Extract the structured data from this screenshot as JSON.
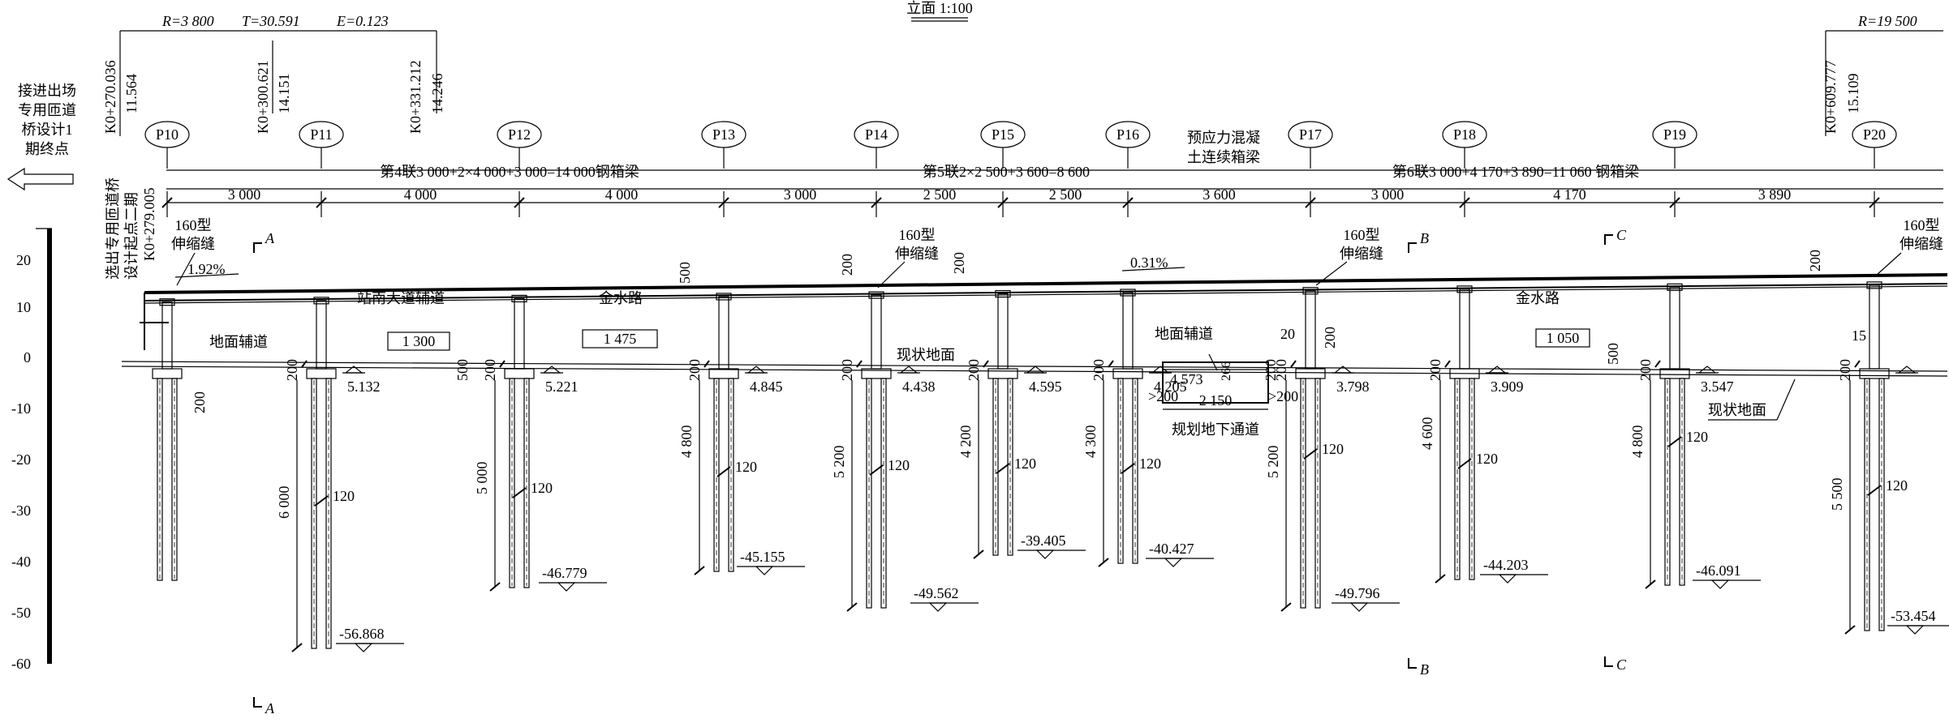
{
  "title": "立面 1:100",
  "curve_left": {
    "R": "R=3 800",
    "T": "T=30.591",
    "E": "E=0.123"
  },
  "curve_right": {
    "R": "R=19 500"
  },
  "left_note": {
    "line1": "接进出场",
    "line2": "专用匝道",
    "line3": "桥设计1",
    "line4": "期终点"
  },
  "start_note": {
    "line1": "选出专用匝道桥",
    "line2": "设计起点二期",
    "station": "K0+279.005"
  },
  "stations": [
    {
      "station": "K0+270.036",
      "elev": "11.564"
    },
    {
      "station": "K0+300.621",
      "elev": "14.151"
    },
    {
      "station": "K0+331.212",
      "elev": "14.246"
    },
    {
      "station": "K0+609.777",
      "elev": "15.109"
    }
  ],
  "piers": [
    "P10",
    "P11",
    "P12",
    "P13",
    "P14",
    "P15",
    "P16",
    "P17",
    "P18",
    "P19",
    "P20"
  ],
  "spans": [
    "3 000",
    "4 000",
    "4 000",
    "3 000",
    "2 500",
    "2 500",
    "3 600",
    "3 000",
    "4 170",
    "3 890"
  ],
  "units": {
    "u4": "第4联3 000+2×4 000+3 000=14 000钢箱梁",
    "u5": "第5联2×2 500+3 600=8 600",
    "u5b1": "预应力混凝",
    "u5b2": "土连续箱梁",
    "u6": "第6联3 000+4 170+3 890=11 060  钢箱梁"
  },
  "expansion_joint": {
    "line1": "160型",
    "line2": "伸缩缝"
  },
  "slopes": {
    "left": "1.92%",
    "mid": "0.31%"
  },
  "roads": {
    "r1": "站南大道辅道",
    "r2": "金水路",
    "r3": "地面辅道",
    "r4": "地面辅道",
    "r5": "金水路",
    "ground1": "现状地面",
    "ground2": "现状地面"
  },
  "clearances": [
    "1 300",
    "1 475",
    "1 050"
  ],
  "underpass": {
    "label": "规划地下通道",
    "width": "2 150",
    "elev": "4.573",
    "dim_left": ">200",
    "dim_right": ">200",
    "dim_h": "266"
  },
  "ground_elevs": [
    "5.132",
    "5.221",
    "4.845",
    "4.438",
    "4.595",
    "4.205",
    "3.798",
    "3.909",
    "3.547"
  ],
  "pile_lengths": [
    "6 000",
    "5 000",
    "4 800",
    "5 200",
    "4 200",
    "4 300",
    "5 200",
    "4 600",
    "4 800",
    "5 500"
  ],
  "tip_elevs": [
    "-56.868",
    "-46.779",
    "-45.155",
    "-49.562",
    "-39.405",
    "-40.427",
    "-49.796",
    "-44.203",
    "-46.091",
    "-53.454"
  ],
  "pile_dia": "120",
  "cap_h": "200",
  "small_dims": {
    "d500": "500",
    "d20": "20",
    "d15": "15"
  },
  "scale_ticks": [
    "20",
    "10",
    "0",
    "-10",
    "-20",
    "-30",
    "-40",
    "-50",
    "-60"
  ],
  "sections": [
    "A",
    "B",
    "C"
  ]
}
